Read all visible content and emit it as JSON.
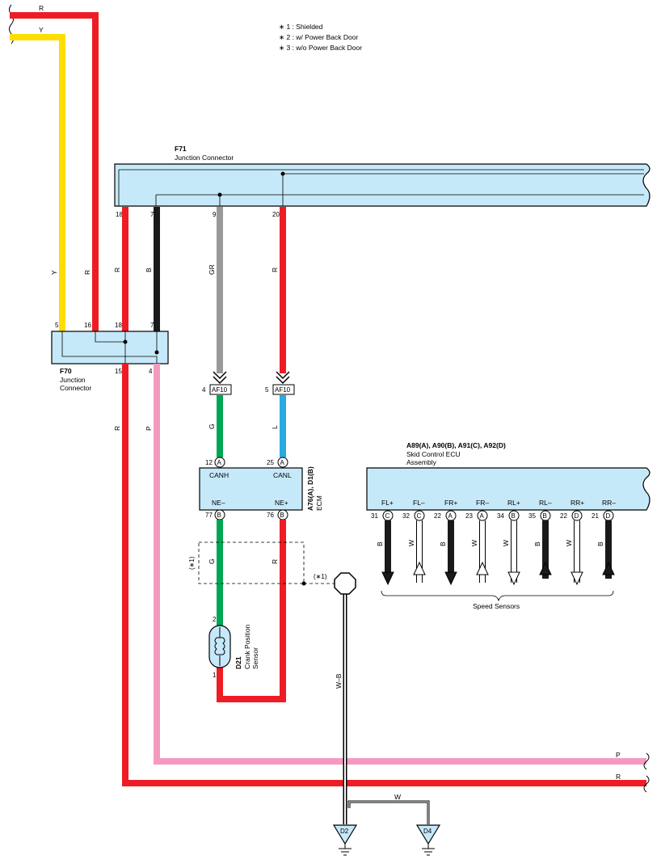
{
  "notes": [
    "∗ 1 : Shielded",
    "∗ 2 : w/ Power Back Door",
    "∗ 3 : w/o Power Back Door"
  ],
  "colors": {
    "red": "#ee1c25",
    "yellow": "#ffdd00",
    "black": "#1a1a1a",
    "gray": "#999999",
    "green": "#00a651",
    "blue": "#29aae1",
    "pink": "#f49ac1",
    "connector_fill": "#c6e9f9"
  },
  "f71": {
    "code": "F71",
    "name": "Junction Connector",
    "pins": [
      "18",
      "7",
      "9",
      "20"
    ]
  },
  "f70": {
    "code": "F70",
    "name_line1": "Junction",
    "name_line2": "Connector",
    "top_pins": [
      "5",
      "16",
      "18",
      "7"
    ],
    "bottom_pins": [
      "15",
      "4"
    ]
  },
  "wires": {
    "r_top": "R",
    "y_top": "Y",
    "y_left": "Y",
    "r_left": "R",
    "r_18": "R",
    "b_7": "B",
    "gr_9": "GR",
    "r_20": "R",
    "r_15": "R",
    "p_4": "P",
    "g_can": "G",
    "l_can": "L",
    "g_ne": "G",
    "r_ne": "R",
    "wb": "W–B",
    "w_d4": "W",
    "p_right": "P",
    "r_right": "R"
  },
  "af10": {
    "name": "AF10",
    "left_pin": "4",
    "right_pin": "5"
  },
  "ecm": {
    "code": "A76(A), D1(B)",
    "name": "ECM",
    "canh": "CANH",
    "canl": "CANL",
    "ne_minus": "NE–",
    "ne_plus": "NE+",
    "pin_canh": "12",
    "pin_canl": "25",
    "pin_ne_minus": "77",
    "pin_ne_plus": "76",
    "ltr_canh": "A",
    "ltr_canl": "A",
    "ltr_ne_minus": "B",
    "ltr_ne_plus": "B"
  },
  "shield": {
    "left": "(∗1)",
    "right": "(∗1)"
  },
  "d21": {
    "code": "D21",
    "name_line1": "Crank Position",
    "name_line2": "Sensor",
    "pin_top": "2",
    "pin_bottom": "1"
  },
  "skid": {
    "code": "A89(A), A90(B), A91(C), A92(D)",
    "name_line1": "Skid Control ECU",
    "name_line2": "Assembly",
    "terminals": [
      {
        "label": "FL+",
        "pin": "31",
        "letter": "C",
        "wire": "B"
      },
      {
        "label": "FL–",
        "pin": "32",
        "letter": "C",
        "wire": "W"
      },
      {
        "label": "FR+",
        "pin": "22",
        "letter": "A",
        "wire": "B"
      },
      {
        "label": "FR–",
        "pin": "23",
        "letter": "A",
        "wire": "W"
      },
      {
        "label": "RL+",
        "pin": "34",
        "letter": "B",
        "wire": "W"
      },
      {
        "label": "RL–",
        "pin": "35",
        "letter": "B",
        "wire": "B"
      },
      {
        "label": "RR+",
        "pin": "22",
        "letter": "D",
        "wire": "W"
      },
      {
        "label": "RR–",
        "pin": "21",
        "letter": "D",
        "wire": "B"
      }
    ],
    "speed_sensors": "Speed Sensors"
  },
  "grounds": {
    "d2": "D2",
    "d4": "D4"
  }
}
